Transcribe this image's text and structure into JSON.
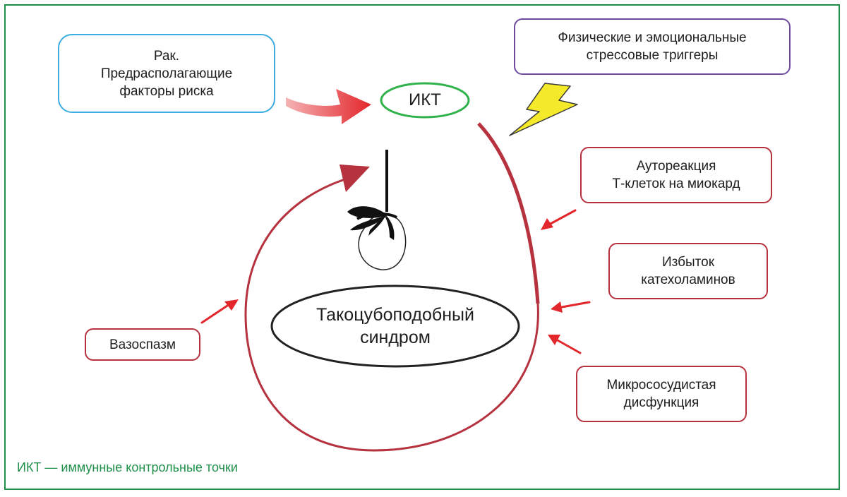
{
  "nodes": {
    "ikt": "ИКТ",
    "cancer": "Рак.\nПредрасполагающие\nфакторы риска",
    "triggers": "Физические и эмоциональные\nстрессовые триггеры",
    "autoreaction": "Аутореакция\nТ-клеток на миокард",
    "catecholamines": "Избыток\nкатехоламинов",
    "microvascular": "Микрососудистая\nдисфункция",
    "vasospasm": "Вазоспазм",
    "syndrome": "Такоцубоподобный\nсиндром"
  },
  "footnote": "ИКТ — иммунные контрольные точки",
  "colors": {
    "frame": "#1f8f4a",
    "ikt_ellipse": "#2fb24a",
    "cancer_box": "#3aaee0",
    "triggers_box": "#6f4aa0",
    "red": "#b5323e",
    "arrow_red": "#e3262b",
    "lightning": "#f4ea2a"
  },
  "icons": [
    "lightning-icon",
    "heart-knot-icon"
  ]
}
